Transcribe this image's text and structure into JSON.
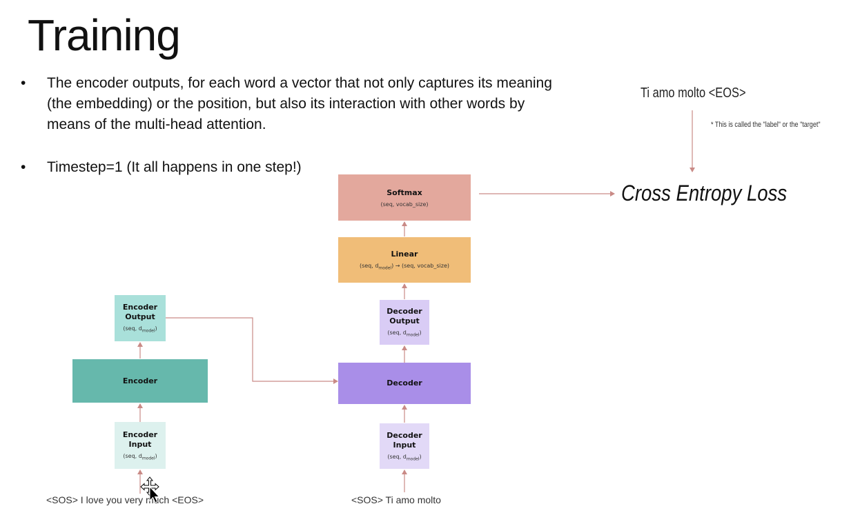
{
  "title": "Training",
  "bullets": [
    "The encoder outputs, for each word a vector that not only captures its meaning (the embedding) or the position, but also its interaction with other words by means of the multi-head attention.",
    "Timestep=1 (It all happens in one step!)"
  ],
  "bullet_symbol": "•",
  "nodes": {
    "softmax": {
      "name": "Softmax",
      "dims": "(seq, vocab_size)",
      "color": "#e3a89d"
    },
    "linear": {
      "name": "Linear",
      "dims_pre": "(seq, d",
      "dims_sub": "model",
      "dims_post": ") → (seq, vocab_size)",
      "color": "#f0bd78"
    },
    "decoder_output": {
      "name": "Decoder Output",
      "dims_pre": "(seq, d",
      "dims_sub": "model",
      "dims_post": ")",
      "color": "#d9ccf5"
    },
    "decoder": {
      "name": "Decoder",
      "color": "#a98ee8"
    },
    "decoder_input": {
      "name": "Decoder Input",
      "dims_pre": "(seq, d",
      "dims_sub": "model",
      "dims_post": ")",
      "color": "#e2d9f7"
    },
    "encoder_output": {
      "name": "Encoder Output",
      "dims_pre": "(seq, d",
      "dims_sub": "model",
      "dims_post": ")",
      "color": "#a9e0da"
    },
    "encoder": {
      "name": "Encoder",
      "color": "#66b8ac"
    },
    "encoder_input": {
      "name": "Encoder Input",
      "dims_pre": "(seq, d",
      "dims_sub": "model",
      "dims_post": ")",
      "color": "#ddf1ee"
    }
  },
  "encoder_text": "<SOS> I love you very much <EOS>",
  "decoder_text": "<SOS> Ti amo molto",
  "target_text": "Ti amo molto <EOS>",
  "target_note": "* This is called the \"label\" or the \"target\"",
  "loss_text": "Cross Entropy Loss",
  "arrow_color": "#c98a86",
  "cursor_icon": "move-cursor-icon"
}
